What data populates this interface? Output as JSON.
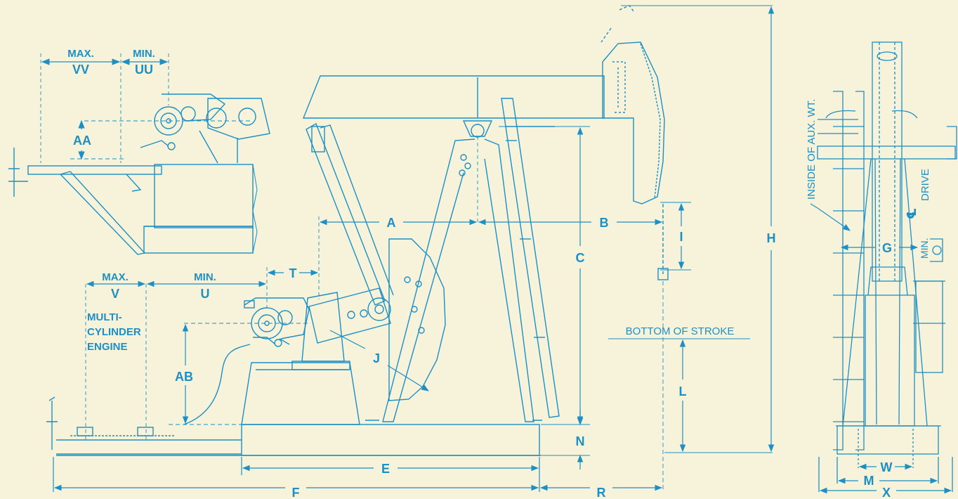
{
  "colors": {
    "background": "#f7f3da",
    "linework": "#1c8fc4"
  },
  "dimension_labels": {
    "VV": "VV",
    "UU": "UU",
    "AA": "AA",
    "A": "A",
    "B": "B",
    "C": "C",
    "H": "H",
    "I": "I",
    "T": "T",
    "V": "V",
    "U": "U",
    "AB": "AB",
    "J": "J",
    "L": "L",
    "N": "N",
    "E": "E",
    "F": "F",
    "R": "R",
    "G": "G",
    "W": "W",
    "M": "M",
    "X": "X"
  },
  "annotations": {
    "max_top": "MAX.",
    "min_top": "MIN.",
    "max_bottom": "MAX.",
    "min_bottom": "MIN.",
    "engine_line1": "MULTI-",
    "engine_line2": "CYLINDER",
    "engine_line3": "ENGINE",
    "bottom_of_stroke": "BOTTOM OF STROKE",
    "inside_aux_wt": "INSIDE OF AUX. WT.",
    "drive": "DRIVE",
    "centerline_symbol": "℄",
    "min_vertical": "MIN."
  }
}
